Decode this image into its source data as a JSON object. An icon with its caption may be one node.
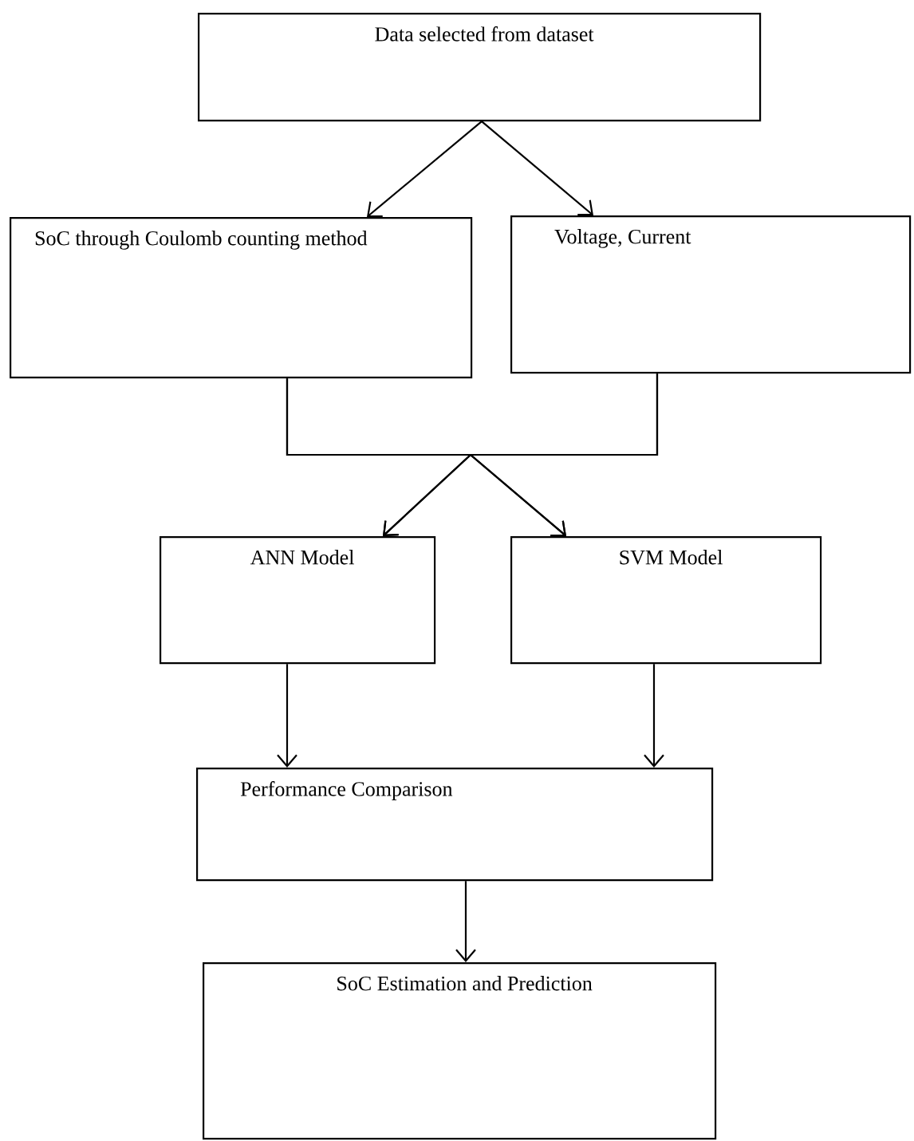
{
  "diagram": {
    "nodes": [
      {
        "text": [
          "Data selected from dataset"
        ]
      },
      {
        "text": [
          "SoC through Coulomb counting method"
        ]
      },
      {
        "text": [
          "Voltage, Current"
        ]
      },
      {
        "text": [
          "ANN Model"
        ]
      },
      {
        "text": [
          "SVM Model"
        ]
      },
      {
        "text": [
          "Performance Comparison"
        ]
      },
      {
        "text": [
          "SoC Estimation and Prediction"
        ]
      }
    ],
    "edges": [
      {
        "from": 0,
        "to": 1,
        "arrow": "to"
      },
      {
        "from": 0,
        "to": 2,
        "arrow": "to"
      },
      {
        "from": 1,
        "to": 3,
        "arrow": "to"
      },
      {
        "from": 1,
        "to": 4,
        "arrow": "to"
      },
      {
        "from": 2,
        "to": 3,
        "arrow": "to"
      },
      {
        "from": 2,
        "to": 4,
        "arrow": "to"
      },
      {
        "from": 3,
        "to": 5,
        "arrow": "to"
      },
      {
        "from": 4,
        "to": 5,
        "arrow": "to"
      },
      {
        "from": 5,
        "to": 6,
        "arrow": "to"
      }
    ]
  }
}
